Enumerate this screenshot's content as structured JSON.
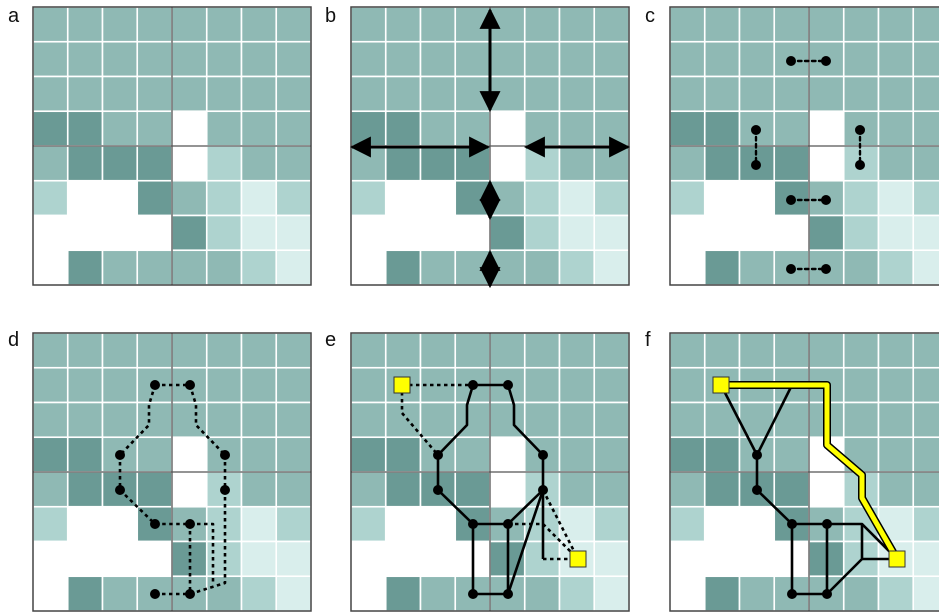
{
  "panels": [
    {
      "id": "a",
      "label": "a"
    },
    {
      "id": "b",
      "label": "b"
    },
    {
      "id": "c",
      "label": "c"
    },
    {
      "id": "d",
      "label": "d"
    },
    {
      "id": "e",
      "label": "e"
    },
    {
      "id": "f",
      "label": "f"
    }
  ],
  "endpoints": {
    "source": "s",
    "destination": "d"
  },
  "colors": {
    "shade_0": "#ffffff",
    "shade_1": "#d9eeec",
    "shade_2": "#aed3cf",
    "shade_3": "#8fb9b4",
    "shade_4": "#6a9a95",
    "highlight": "#ffff00",
    "stroke": "#000000"
  },
  "grid": {
    "rows": 8,
    "cols": 8,
    "levels": [
      [
        3,
        3,
        3,
        3,
        3,
        3,
        3,
        3
      ],
      [
        3,
        3,
        3,
        3,
        3,
        3,
        3,
        3
      ],
      [
        3,
        3,
        3,
        3,
        3,
        3,
        3,
        3
      ],
      [
        4,
        4,
        3,
        3,
        0,
        3,
        3,
        3
      ],
      [
        3,
        4,
        4,
        4,
        0,
        2,
        3,
        3
      ],
      [
        2,
        0,
        0,
        4,
        3,
        2,
        1,
        2
      ],
      [
        0,
        0,
        0,
        0,
        4,
        2,
        1,
        1
      ],
      [
        0,
        4,
        3,
        3,
        3,
        3,
        2,
        1
      ]
    ]
  }
}
